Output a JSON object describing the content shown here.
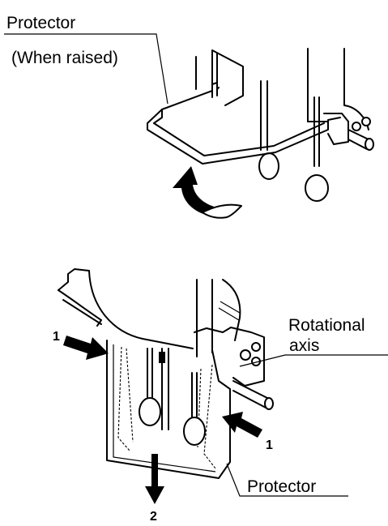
{
  "labels": {
    "protector_top": "Protector",
    "when_raised": "(When raised)",
    "rotational": "Rotational",
    "axis": "axis",
    "protector_bottom": "Protector",
    "step_1_left": "1",
    "step_1_right": "1",
    "step_2": "2"
  },
  "colors": {
    "ink": "#000000",
    "background": "#ffffff"
  },
  "icons": {
    "rotate_arrow": "curved-up-arrow",
    "push_arrow": "bold-arrow"
  }
}
